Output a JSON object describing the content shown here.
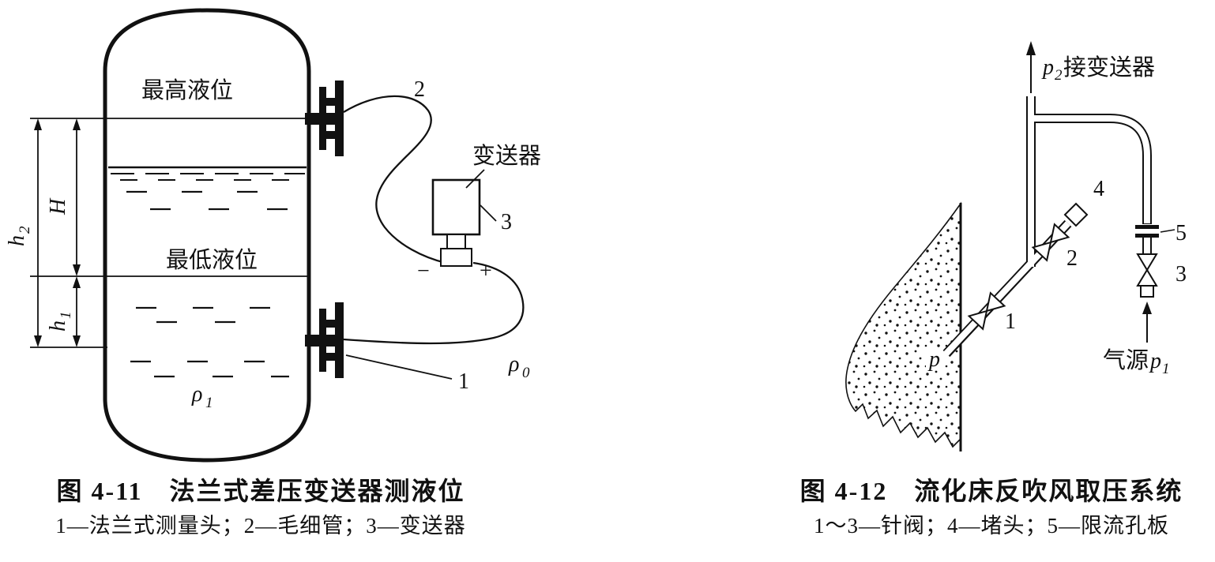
{
  "left": {
    "tank_max": "最高液位",
    "tank_min": "最低液位",
    "h2b": "h",
    "h2s": "2",
    "Hb": "H",
    "h1b": "h",
    "h1s": "1",
    "rho1b": "ρ",
    "rho1s": "1",
    "rho0b": "ρ",
    "rho0s": "0",
    "transmitter_label": "变送器",
    "minus": "−",
    "plus": "+",
    "n1": "1",
    "n2": "2",
    "n3": "3",
    "cap1": "图 4-11　法兰式差压变送器测液位",
    "cap2": "1—法兰式测量头；2—毛细管；3—变送器"
  },
  "right": {
    "p2b": "p",
    "p2s": "2",
    "p2t": "接变送器",
    "p": "p",
    "gas": "气源",
    "p1b": "p",
    "p1s": "1",
    "n1": "1",
    "n2": "2",
    "n3": "3",
    "n4": "4",
    "n5": "5",
    "cap1": "图 4-12　流化床反吹风取压系统",
    "cap2": "1～3—针阀；4—堵头；5—限流孔板"
  }
}
